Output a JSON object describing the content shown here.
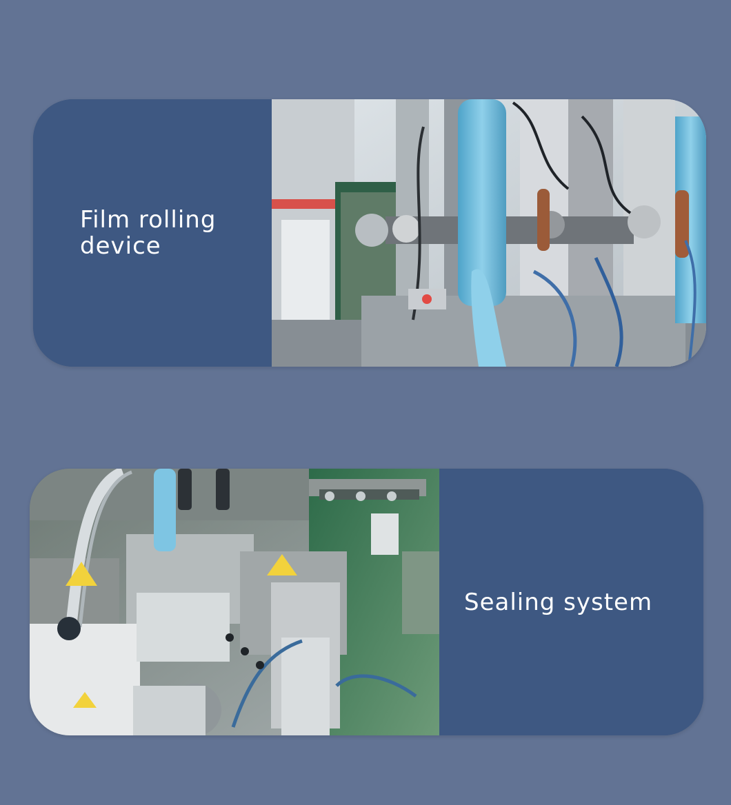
{
  "sections": [
    {
      "label": "Film rolling device",
      "image": "film-rolling-machinery-photo"
    },
    {
      "label": "Sealing system",
      "image": "sealing-system-machinery-photo"
    }
  ],
  "colors": {
    "background": "#627394",
    "panel": "#3e5882",
    "text": "#ffffff",
    "film": "#7ec5e3"
  }
}
